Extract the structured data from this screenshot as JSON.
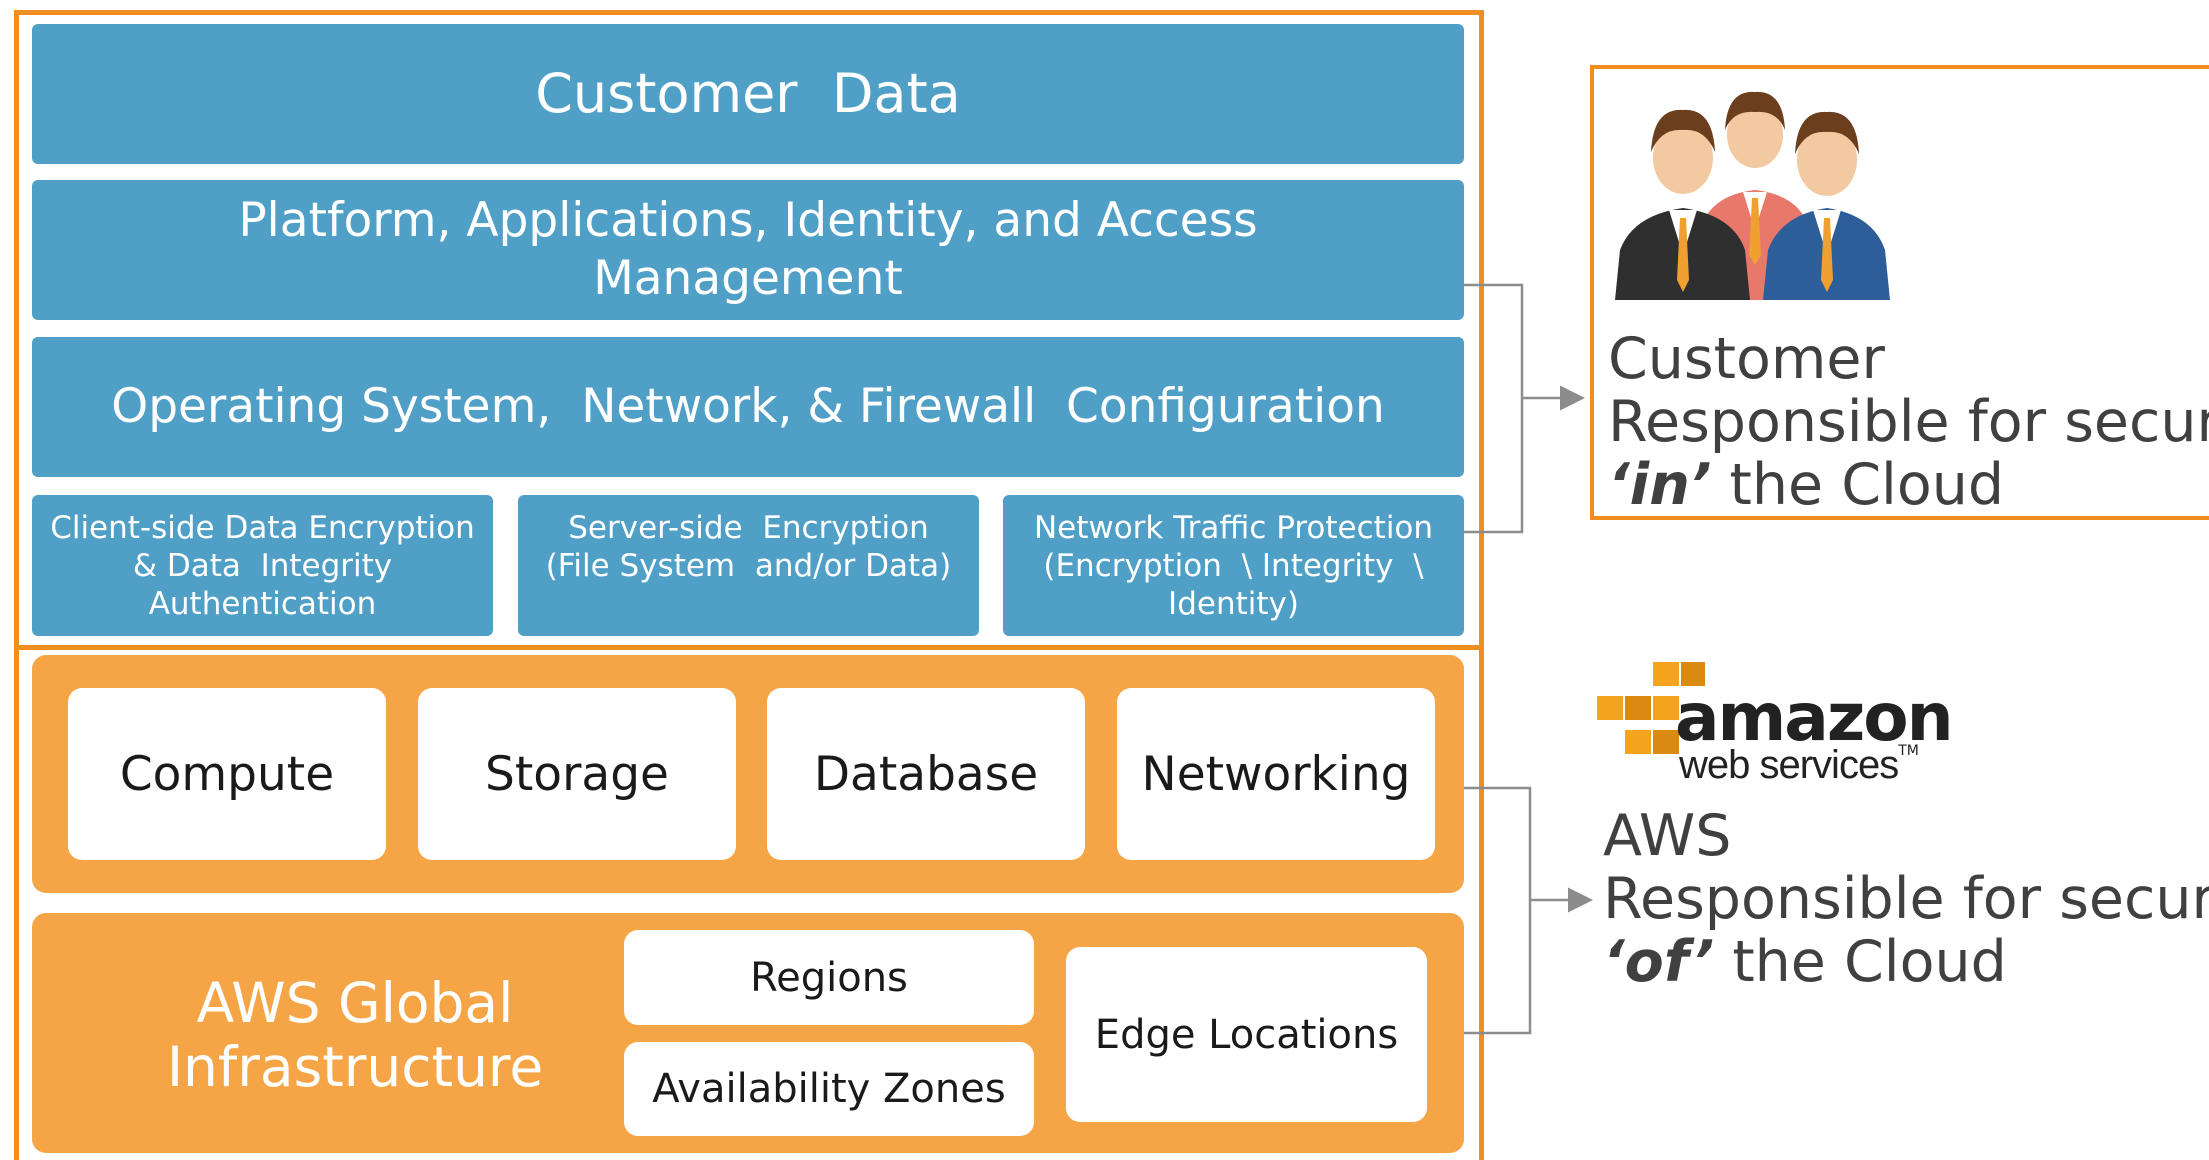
{
  "customer_layer": {
    "customer_data": "Customer  Data",
    "platform_line1": "Platform, Applications, Identity, and Access",
    "platform_line2": "Management",
    "os_config": "Operating System,  Network, & Firewall  Configuration",
    "encryption": [
      {
        "line1": "Client-side Data Encryption",
        "line2": "& Data  Integrity",
        "line3": "Authentication"
      },
      {
        "line1": "Server-side  Encryption",
        "line2": "(File System  and/or Data)",
        "line3": ""
      },
      {
        "line1": "Network Traffic Protection",
        "line2": "(Encryption  \\ Integrity  \\",
        "line3": "Identity)"
      }
    ]
  },
  "aws_layer": {
    "services": [
      "Compute",
      "Storage",
      "Database",
      "Networking"
    ],
    "global_infra_line1": "AWS Global",
    "global_infra_line2": "Infrastructure",
    "regions": "Regions",
    "availability_zones": "Availability Zones",
    "edge_locations": "Edge Locations"
  },
  "customer_side": {
    "title": "Customer",
    "line2": "Responsible for security",
    "emphasis": "‘in’",
    "line3_rest": " the Cloud",
    "icon": "people-group-icon"
  },
  "aws_side": {
    "logo_word": "amazon",
    "logo_sub": "web services",
    "logo_tm": "TM",
    "title": "AWS",
    "line2": "Responsible for security",
    "emphasis": "‘of’",
    "line3_rest": " the Cloud"
  },
  "colors": {
    "blue": "#509FC6",
    "orange": "#F6A546",
    "outline": "#F08E22",
    "connector": "#8C8C8C"
  }
}
